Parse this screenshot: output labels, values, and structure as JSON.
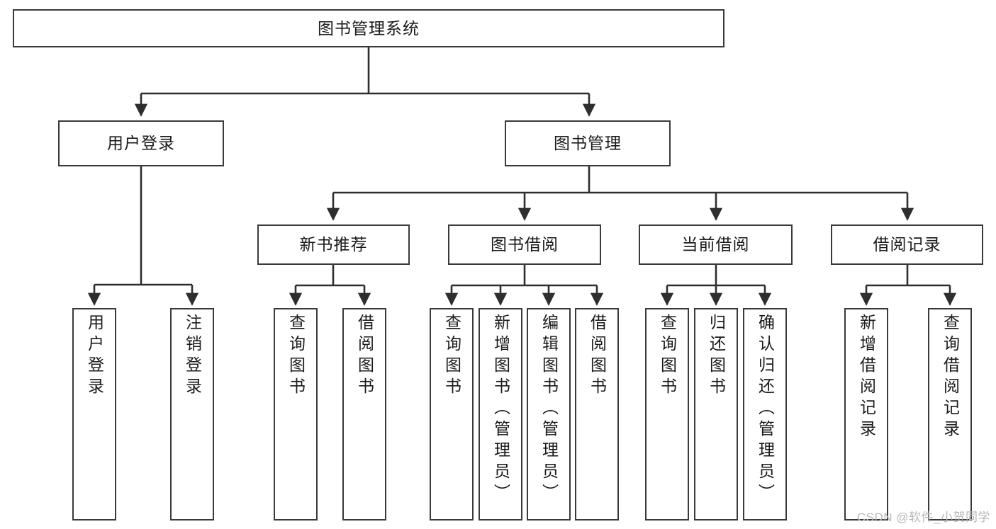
{
  "diagram": {
    "title": "图书管理系统",
    "type": "hierarchy-tree",
    "watermark": "CSDN @软件_小贺同学",
    "colors": {
      "border": "#3a3a3a",
      "background": "#ffffff",
      "text": "#1a1a1a",
      "watermark": "#b8b8b8"
    },
    "root": {
      "label": "图书管理系统"
    },
    "level2": [
      {
        "label": "用户登录"
      },
      {
        "label": "图书管理"
      }
    ],
    "level3": [
      {
        "label": "新书推荐"
      },
      {
        "label": "图书借阅"
      },
      {
        "label": "当前借阅"
      },
      {
        "label": "借阅记录"
      }
    ],
    "leaves": {
      "user_login": [
        {
          "label": "用户登录"
        },
        {
          "label": "注销登录"
        }
      ],
      "new_book_recommend": [
        {
          "label": "查询图书"
        },
        {
          "label": "借阅图书"
        }
      ],
      "book_borrow": [
        {
          "label": "查询图书"
        },
        {
          "label": "新增图书（管理员）"
        },
        {
          "label": "编辑图书（管理员）"
        },
        {
          "label": "借阅图书"
        }
      ],
      "current_borrow": [
        {
          "label": "查询图书"
        },
        {
          "label": "归还图书"
        },
        {
          "label": "确认归还（管理员）"
        }
      ],
      "borrow_record": [
        {
          "label": "新增借阅记录"
        },
        {
          "label": "查询借阅记录"
        }
      ]
    }
  }
}
